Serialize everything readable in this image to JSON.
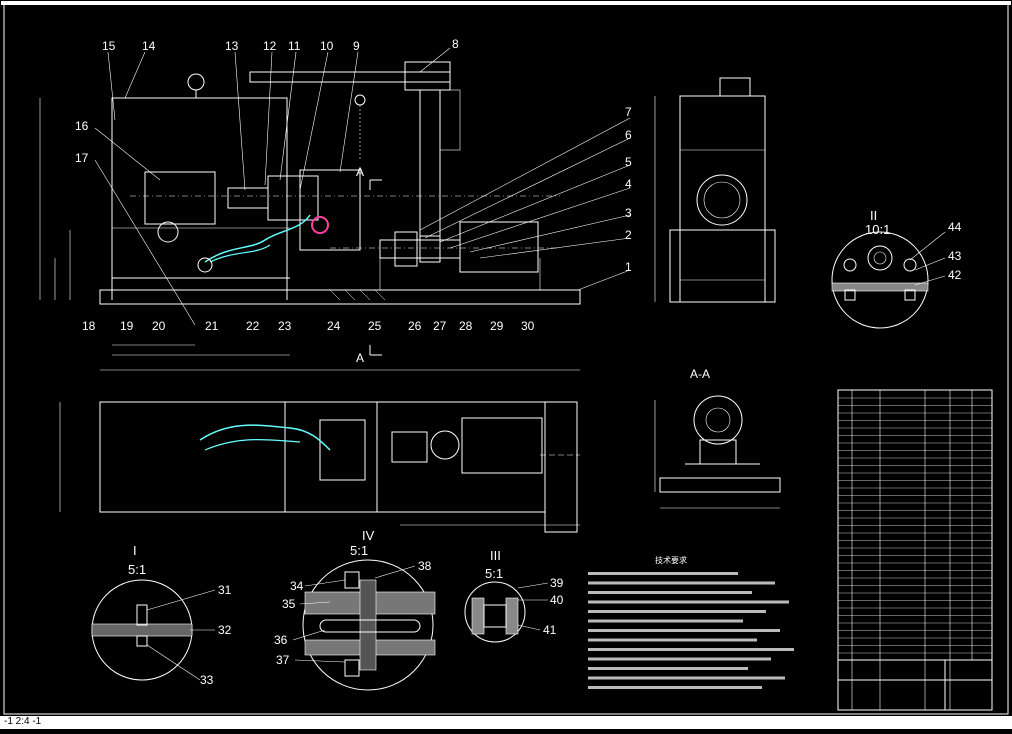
{
  "balloons_top": [
    "15",
    "14",
    "13",
    "12",
    "11",
    "10",
    "9",
    "8"
  ],
  "balloons_right": [
    "7",
    "6",
    "5",
    "4",
    "3",
    "2",
    "1"
  ],
  "balloons_left": [
    "16",
    "17"
  ],
  "balloons_bottom": [
    "18",
    "19",
    "20",
    "21",
    "22",
    "23",
    "24",
    "25",
    "26",
    "27",
    "28",
    "29",
    "30"
  ],
  "section_a_label": "A",
  "section_aa_title": "A-A",
  "detail_I": {
    "roman": "I",
    "scale": "5:1",
    "parts": [
      "31",
      "32",
      "33"
    ]
  },
  "detail_II": {
    "roman": "II",
    "scale": "10:1",
    "parts": [
      "44",
      "43",
      "42"
    ]
  },
  "detail_III": {
    "roman": "III",
    "scale": "5:1",
    "parts": [
      "39",
      "40",
      "41"
    ]
  },
  "detail_IV": {
    "roman": "IV",
    "scale": "5:1",
    "parts": [
      "38",
      "34",
      "35",
      "36",
      "37"
    ]
  },
  "notes_title": "技术要求",
  "bottom_strip_text": "-1 2:4 -1"
}
